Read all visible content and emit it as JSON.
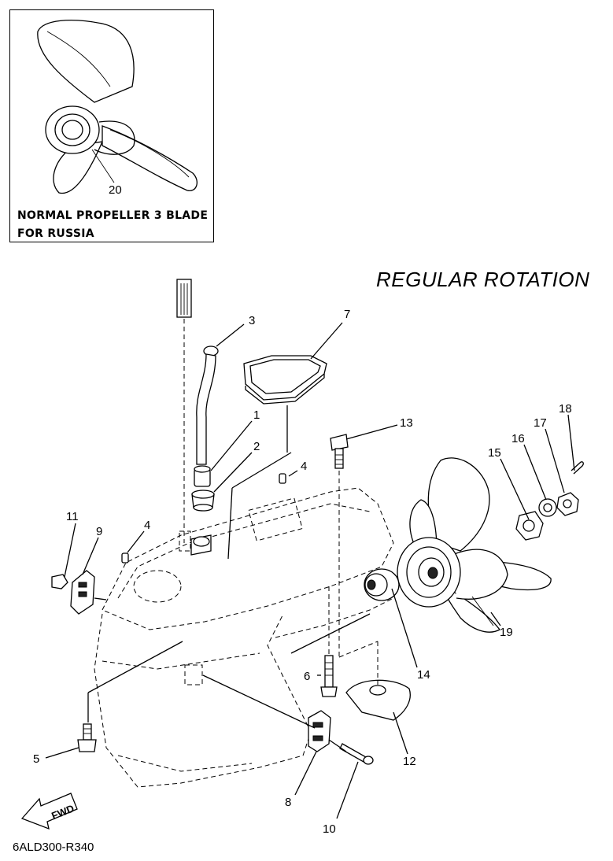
{
  "title": "REGULAR ROTATION",
  "inset": {
    "caption_line1": "NORMAL PROPELLER 3 BLADE",
    "caption_line2": "FOR RUSSIA",
    "part_label": "20"
  },
  "diagram_code": "6ALD300-R340",
  "fwd_label": "FWD",
  "callouts": {
    "c1": "1",
    "c2": "2",
    "c3": "3",
    "c4a": "4",
    "c4b": "4",
    "c5": "5",
    "c6": "6",
    "c7": "7",
    "c8": "8",
    "c9": "9",
    "c10": "10",
    "c11": "11",
    "c12": "12",
    "c13": "13",
    "c14": "14",
    "c15": "15",
    "c16": "16",
    "c17": "17",
    "c18": "18",
    "c19": "19"
  }
}
